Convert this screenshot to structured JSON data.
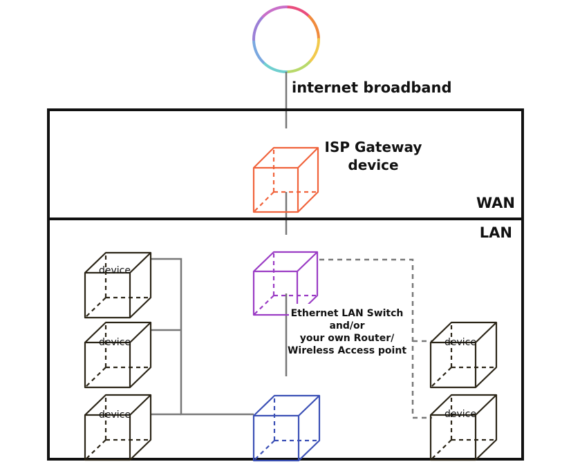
{
  "labels": {
    "internet": "internet broadband",
    "gateway_line1": "ISP Gateway",
    "gateway_line2": "device",
    "wan": "WAN",
    "lan": "LAN",
    "switch_line1": "Ethernet LAN Switch",
    "switch_line2": "and/or",
    "switch_line3": "your own Router/",
    "switch_line4": "Wireless Access point",
    "device": "device"
  },
  "colors": {
    "frame": "#111111",
    "line": "#777777",
    "gateway": "#f0623a",
    "switch": "#9a3bc4",
    "router": "#3a4fb5",
    "device": "#2a2416",
    "ring": [
      "#e94d7d",
      "#f08a3c",
      "#f2c94c",
      "#b8d96a",
      "#6fcfcf",
      "#7aa8e0",
      "#9b7fd6",
      "#c86fc9"
    ]
  }
}
